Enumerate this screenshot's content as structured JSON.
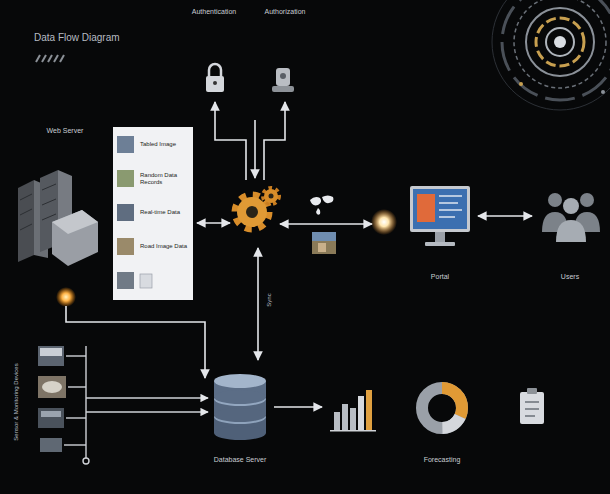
{
  "diagram": {
    "title": "Data Flow Diagram",
    "nodes": [
      {
        "text": [
          "Web Server"
        ]
      },
      {
        "text": [
          "Tabled Image",
          "Random Data Records",
          "Real-time Data",
          "Road Image Data"
        ]
      },
      {
        "text": [
          "Authentication"
        ]
      },
      {
        "text": [
          "Authorization"
        ]
      },
      {
        "text": [
          "Portal"
        ]
      },
      {
        "text": [
          "Users"
        ]
      },
      {
        "text": [
          "Database Server"
        ]
      },
      {
        "text": [
          "Forecasting"
        ]
      }
    ],
    "edges": [
      {
        "from": 4,
        "to": 5,
        "arrow": "both"
      }
    ],
    "labels": [
      "Sync",
      "Sensor & Monitoring Devices"
    ]
  }
}
